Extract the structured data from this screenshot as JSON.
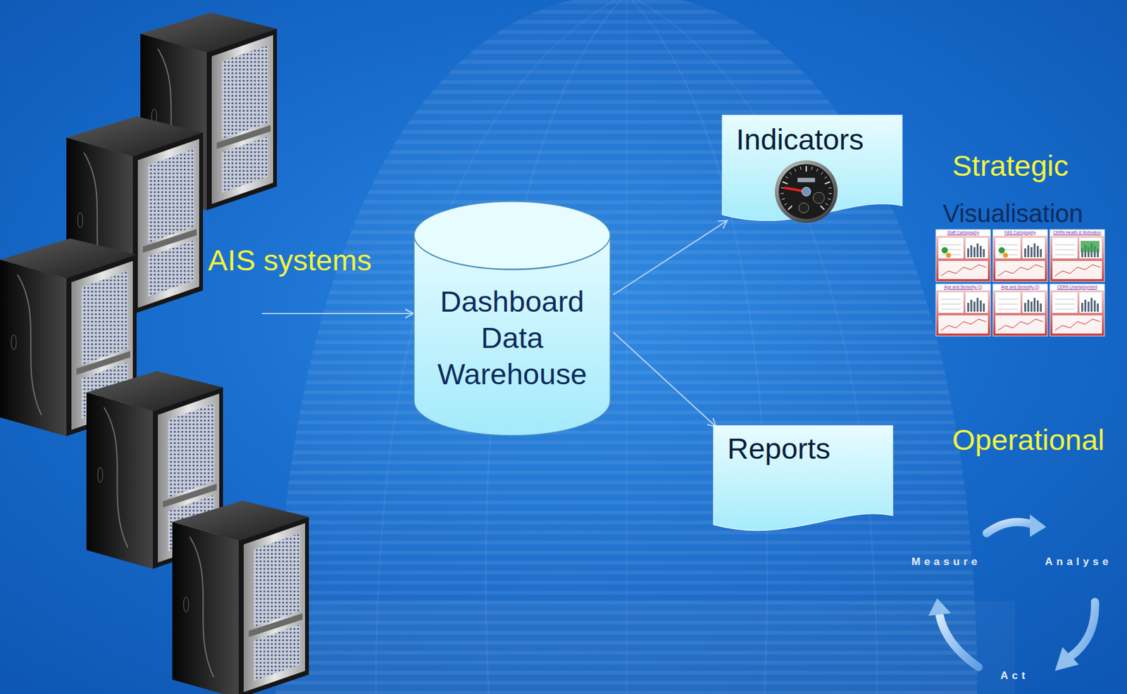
{
  "diagram": {
    "nodes": [
      {
        "text": [
          "AIS systems"
        ]
      },
      {
        "text": [
          "Dashboard Data Warehouse"
        ]
      },
      {
        "text": [
          "Indicators"
        ]
      },
      {
        "text": [
          "Reports"
        ]
      }
    ],
    "edges": [
      {
        "from": 0,
        "to": 1,
        "arrow": "to"
      },
      {
        "from": 1,
        "to": 2,
        "arrow": "to"
      },
      {
        "from": 1,
        "to": 3,
        "arrow": "to"
      }
    ],
    "labels": [
      "Strategic",
      "Visualisation",
      "Staff Cartography",
      "FAS Cartography",
      "CERN Health & Motivation",
      "Age and Seniority (1)",
      "Age and Seniority (2)",
      "CERN Unemployment",
      "Operational",
      "Measure",
      "Analyse",
      "Act"
    ]
  }
}
